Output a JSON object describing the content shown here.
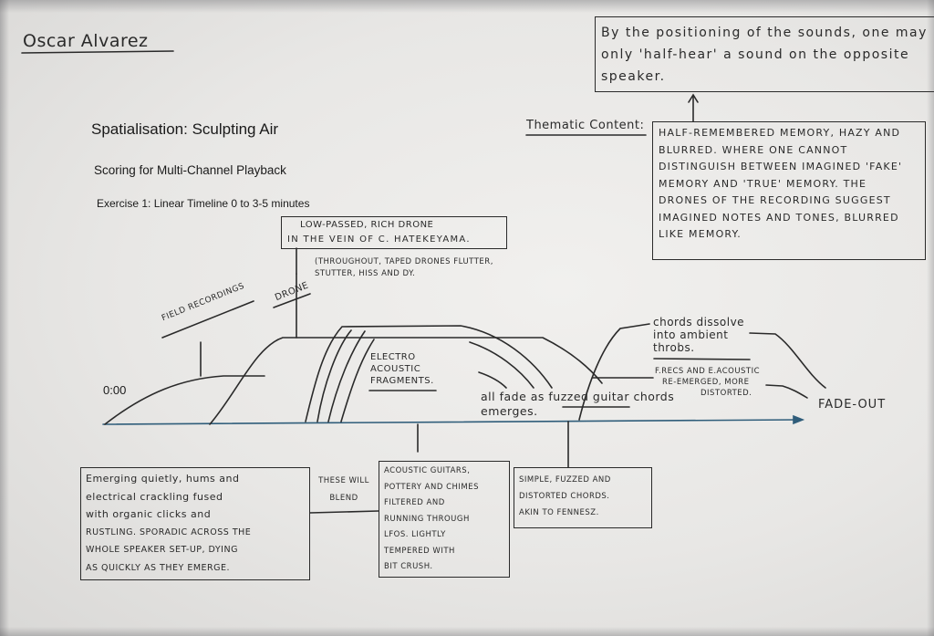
{
  "author": "Oscar Alvarez",
  "title": "Spatialisation: Sculpting Air",
  "subtitle": "Scoring for Multi-Channel Playback",
  "exercise": "Exercise 1: Linear Timeline 0 to 3-5 minutes",
  "positioning_note": "By the positioning of the sounds, one may only 'half-hear' a sound on the opposite speaker.",
  "thematic_label": "Thematic Content:",
  "thematic_content": "HALF-REMEMBERED MEMORY, HAZY AND BLURRED. WHERE ONE CANNOT DISTINGUISH BETWEEN IMAGINED 'FAKE' MEMORY AND 'TRUE' MEMORY. THE DRONES OF THE RECORDING SUGGEST IMAGINED NOTES AND TONES, BLURRED LIKE MEMORY.",
  "drone_box": {
    "line1": "LOW-PASSED, RICH DRONE",
    "line2": "IN THE VEIN OF C. HATEKEYAMA."
  },
  "drone_note": {
    "line1": "(THROUGHOUT, TAPED DRONES FLUTTER,",
    "line2": "STUTTER, HISS AND DY."
  },
  "labels": {
    "field_recordings": "FIELD RECORDINGS",
    "drone": "DRONE",
    "start_time": "0:00",
    "electro_acoustic": [
      "ELECTRO",
      "ACOUSTIC",
      "FRAGMENTS."
    ],
    "fade_line1_a": "all fade as ",
    "fade_line1_b": "fuzzed guitar",
    "fade_line1_c": " chords",
    "fade_line2": "emerges.",
    "dissolve": [
      "chords dissolve",
      "into ambient",
      "throbs."
    ],
    "re_emerge": [
      "F.RECS AND E.ACOUSTIC",
      "RE-EMERGED, MORE",
      "DISTORTED."
    ],
    "fade_out": "FADE-OUT"
  },
  "bottom_boxes": {
    "field": [
      "Emerging quietly, hums and",
      "electrical crackling fused",
      "with organic clicks and",
      "RUSTLING. SPORADIC ACROSS THE",
      "WHOLE SPEAKER SET-UP, DYING",
      "AS QUICKLY AS THEY EMERGE."
    ],
    "blend": [
      "THESE WILL",
      "BLEND"
    ],
    "acoustic": [
      "ACOUSTIC GUITARS,",
      "POTTERY AND CHIMES",
      "FILTERED AND",
      "RUNNING THROUGH",
      "LFOS. LIGHTLY",
      "TEMPERED WITH",
      "BIT CRUSH."
    ],
    "fuzz": [
      "SIMPLE, FUZZED AND",
      "DISTORTED CHORDS.",
      "AKIN TO FENNESZ."
    ]
  },
  "colors": {
    "ink": "#2a2a2a",
    "arrow": "#2f5d7a",
    "paper": "#eeedeb"
  }
}
